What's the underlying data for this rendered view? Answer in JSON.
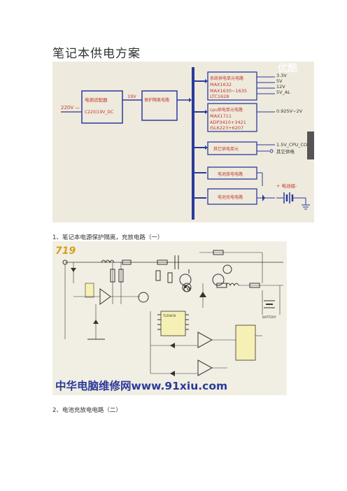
{
  "page_title": "笔记本供电方案",
  "figure1": {
    "watermark": "优酷",
    "input_voltage": "220V",
    "input_dash": "—",
    "adapter_label": "电源适配器",
    "adapter_spec": "C220/19V_DC",
    "bus_voltage": "19V",
    "protection_label": "保护隔离电路",
    "block1_title": "系统供电单元电路",
    "block1_chips": [
      "MAX1632",
      "MAX1630~1635",
      "LTC1628"
    ],
    "block1_outputs": [
      "3.3V",
      "5V",
      "12V",
      "5V_AL"
    ],
    "block2_title": "cpu供电单元电路",
    "block2_chips": [
      "MAX1711",
      "ADP3410+3421",
      "ISL6223+6207"
    ],
    "block2_output": "0.925V~2V",
    "block3_title": "其它供电单元",
    "block3_outputs": [
      "1.5V_CPU_CO",
      "其它供电"
    ],
    "block4_title": "电池放电电路",
    "block5_title": "电池充电电路",
    "battery_label": "+ 电池组-"
  },
  "caption1": "1、笔记本电源保护隔离，充放电路（一）",
  "figure2": {
    "logo": "719",
    "watermark": "中华电脑维修网www.91xiu.com",
    "chip_label": "TL594CN",
    "battery_label": "BATTERY"
  },
  "caption2": "2、电池充放电电路（二）"
}
